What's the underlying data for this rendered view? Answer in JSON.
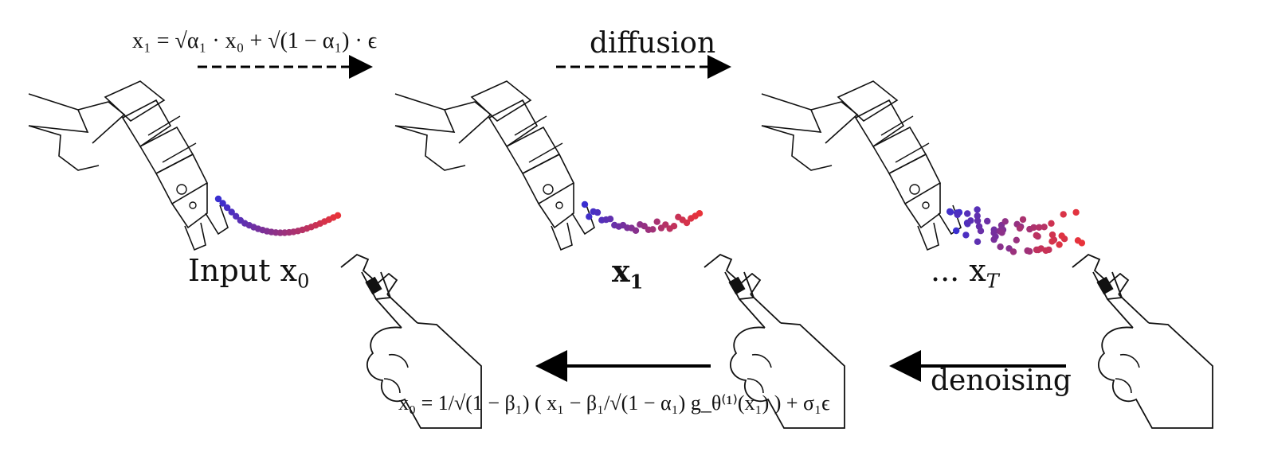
{
  "labels": {
    "input": "Input x",
    "input_sub": "0",
    "x1": "x",
    "x1_sub": "1",
    "xT": "... x",
    "xT_sub": "T",
    "diffusion": "diffusion",
    "denoising": "denoising"
  },
  "equations": {
    "forward": "x₁ = √α₁ · x₀ + √(1 − α₁) · ϵ",
    "reverse": "x₀ = 1/√(1 − β₁) ( x₁ − β₁/√(1 − α₁) g_θ⁽¹⁾(x₁) ) + σ₁ϵ"
  },
  "colors": {
    "trajectory_start": "#3a2fd0",
    "trajectory_end": "#e8333a",
    "arrow": "#000000"
  },
  "icons": [
    "robot-arm-icon",
    "hand-with-wrench-icon"
  ]
}
